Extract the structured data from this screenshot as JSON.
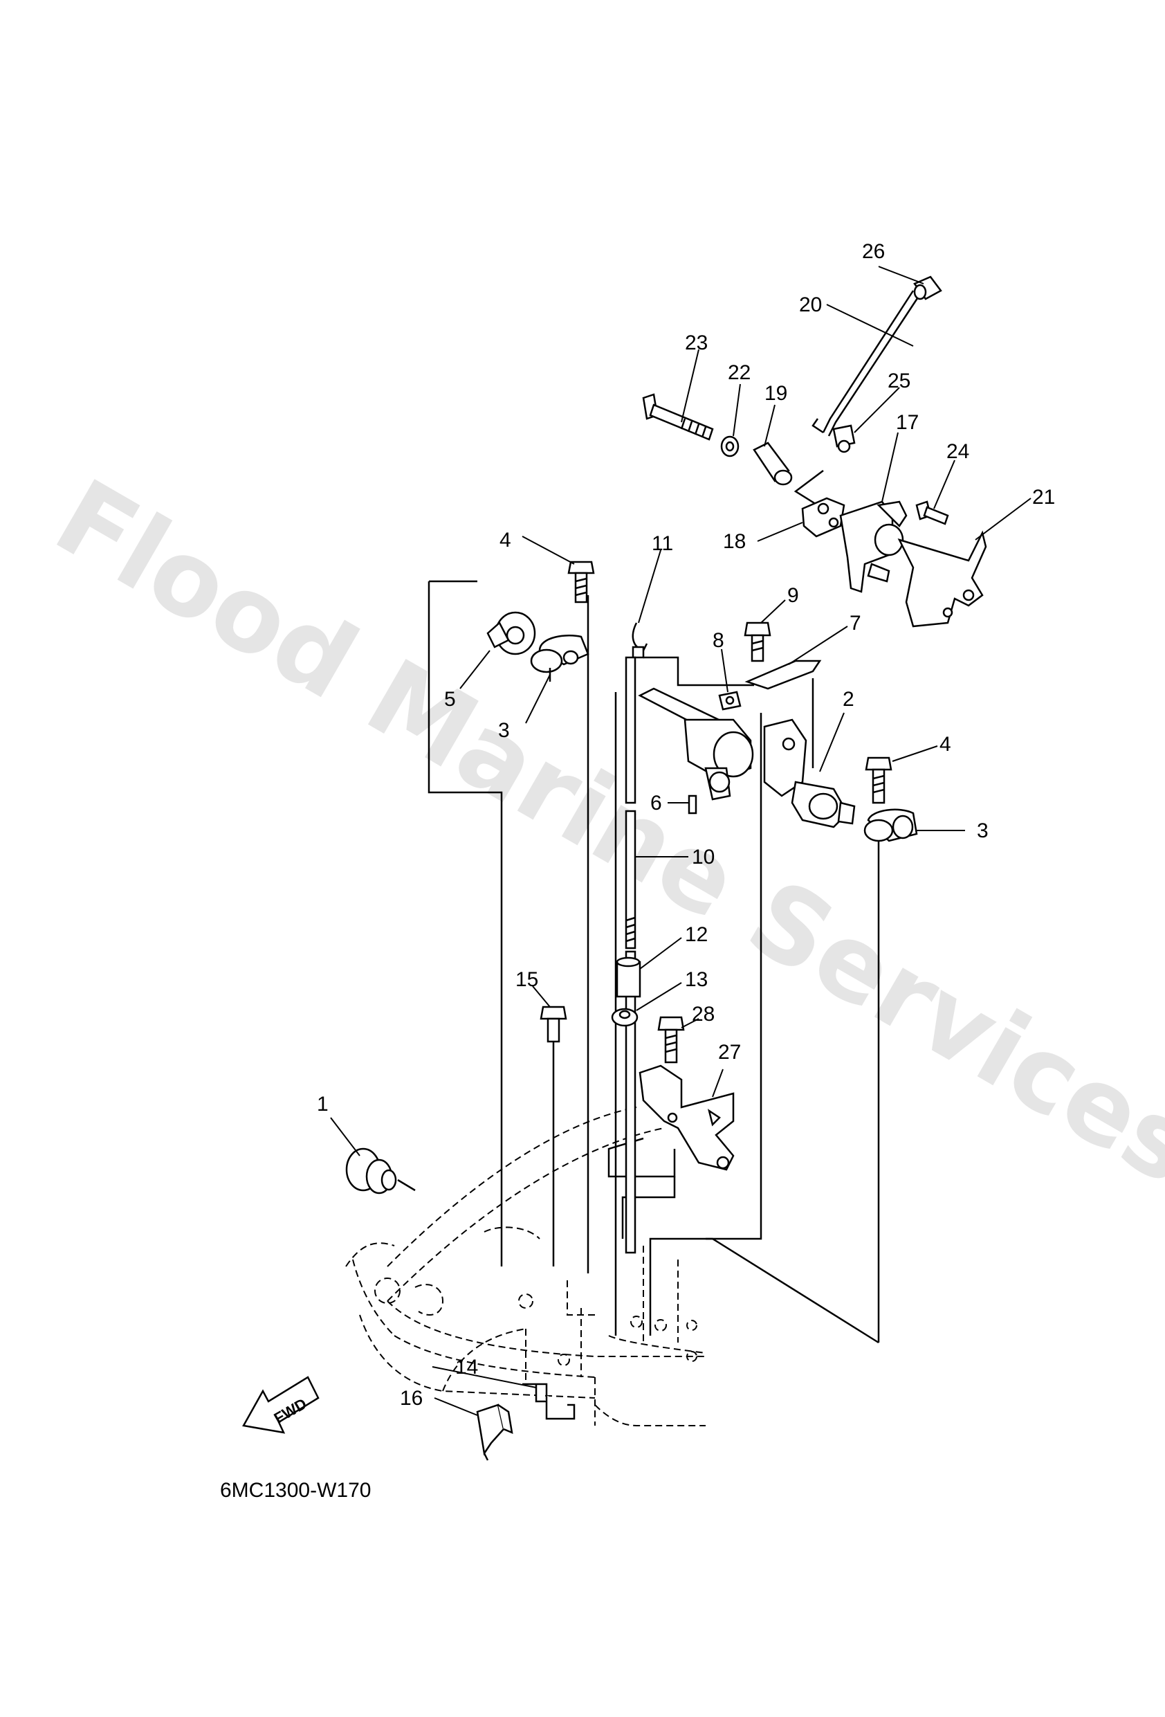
{
  "watermark": "Flood Marine Services",
  "drawing_code": "6MC1300-W170",
  "fwd_label": "FWD",
  "callouts": [
    {
      "id": "c1",
      "label": "1"
    },
    {
      "id": "c2",
      "label": "2"
    },
    {
      "id": "c3a",
      "label": "3"
    },
    {
      "id": "c3b",
      "label": "3"
    },
    {
      "id": "c4a",
      "label": "4"
    },
    {
      "id": "c4b",
      "label": "4"
    },
    {
      "id": "c5",
      "label": "5"
    },
    {
      "id": "c6",
      "label": "6"
    },
    {
      "id": "c7",
      "label": "7"
    },
    {
      "id": "c8",
      "label": "8"
    },
    {
      "id": "c9",
      "label": "9"
    },
    {
      "id": "c10",
      "label": "10"
    },
    {
      "id": "c11",
      "label": "11"
    },
    {
      "id": "c12",
      "label": "12"
    },
    {
      "id": "c13",
      "label": "13"
    },
    {
      "id": "c14",
      "label": "14"
    },
    {
      "id": "c15",
      "label": "15"
    },
    {
      "id": "c16",
      "label": "16"
    },
    {
      "id": "c17",
      "label": "17"
    },
    {
      "id": "c18",
      "label": "18"
    },
    {
      "id": "c19",
      "label": "19"
    },
    {
      "id": "c20",
      "label": "20"
    },
    {
      "id": "c21",
      "label": "21"
    },
    {
      "id": "c22",
      "label": "22"
    },
    {
      "id": "c23",
      "label": "23"
    },
    {
      "id": "c24",
      "label": "24"
    },
    {
      "id": "c25",
      "label": "25"
    },
    {
      "id": "c26",
      "label": "26"
    },
    {
      "id": "c27",
      "label": "27"
    },
    {
      "id": "c28",
      "label": "28"
    }
  ]
}
